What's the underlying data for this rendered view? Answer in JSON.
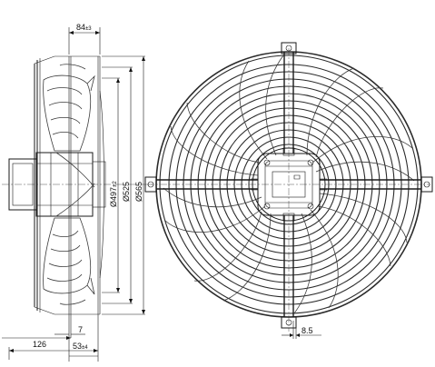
{
  "side_view": {
    "dim_top": {
      "value": "84",
      "tol": "±3"
    },
    "dim_7": "7",
    "dim_bottom_left": "126",
    "dim_bottom_right": {
      "value": "53",
      "tol": "±4"
    },
    "dim_v1": {
      "value": "Ø497",
      "tol": "±2"
    },
    "dim_v2": "Ø525",
    "dim_v3": "Ø565"
  },
  "front_view": {
    "dim_slot": "8.5"
  }
}
